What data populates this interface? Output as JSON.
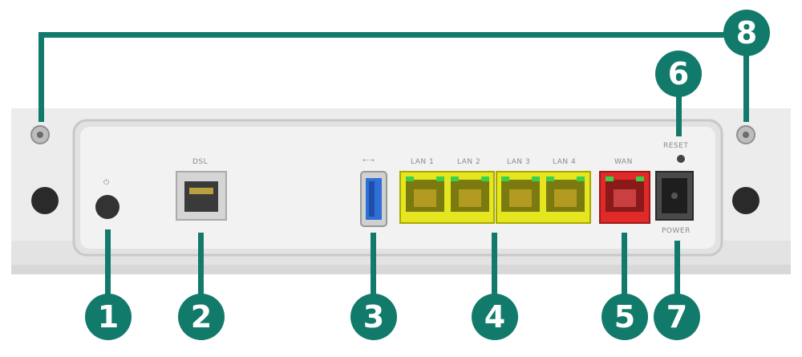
{
  "port_labels": {
    "power_button": "⏻",
    "dsl": "DSL",
    "usb": "⭠⭢",
    "lan1": "LAN 1",
    "lan2": "LAN 2",
    "lan3": "LAN 3",
    "lan4": "LAN 4",
    "wan": "WAN",
    "reset": "RESET",
    "power": "POWER"
  },
  "callouts": [
    "1",
    "2",
    "3",
    "4",
    "5",
    "6",
    "7",
    "8"
  ],
  "colors": {
    "callout": "#127a6a",
    "lan_port": "#e6e620",
    "wan_port": "#e02a2a",
    "usb_port": "#2f6fd8",
    "led": "#39d04a"
  }
}
